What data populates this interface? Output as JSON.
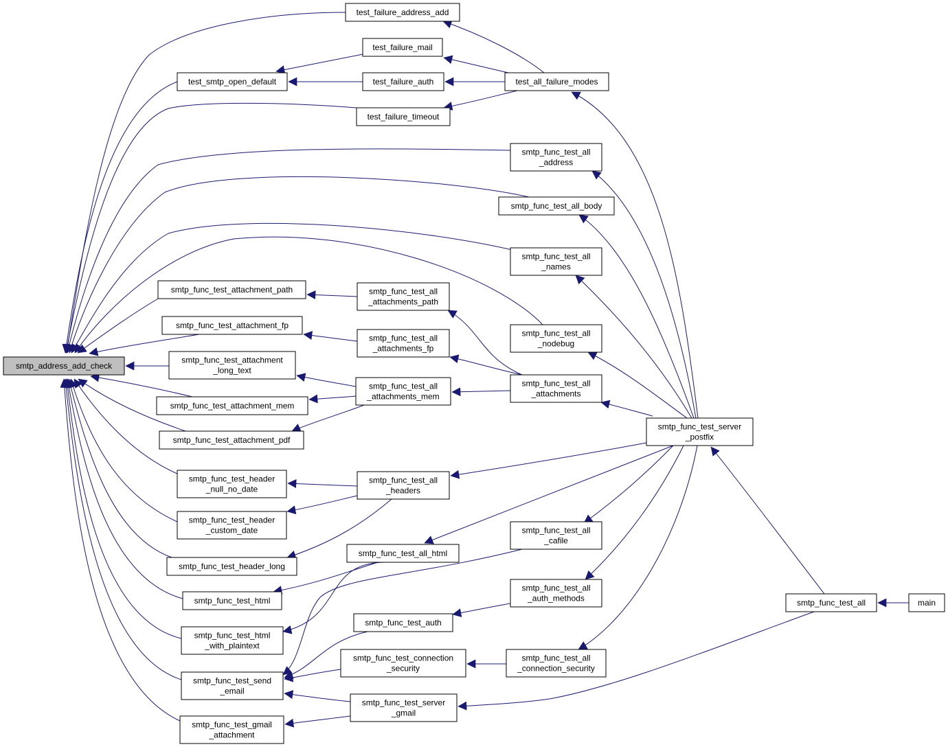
{
  "graph": {
    "edge_color": "#191970",
    "root_fill": "#bfbfbf",
    "node_fill": "#ffffff",
    "nodes": [
      {
        "id": "n0",
        "lines": [
          "smtp_address_add_check"
        ],
        "root": true
      },
      {
        "id": "n1",
        "lines": [
          "test_failure_address_add"
        ]
      },
      {
        "id": "n2",
        "lines": [
          "test_failure_mail"
        ]
      },
      {
        "id": "n3",
        "lines": [
          "test_smtp_open_default"
        ]
      },
      {
        "id": "n4",
        "lines": [
          "test_failure_auth"
        ]
      },
      {
        "id": "n5",
        "lines": [
          "test_all_failure_modes"
        ]
      },
      {
        "id": "n6",
        "lines": [
          "test_failure_timeout"
        ]
      },
      {
        "id": "n7",
        "lines": [
          "smtp_func_test_all",
          "_address"
        ]
      },
      {
        "id": "n8",
        "lines": [
          "smtp_func_test_all_body"
        ]
      },
      {
        "id": "n9",
        "lines": [
          "smtp_func_test_all",
          "_names"
        ]
      },
      {
        "id": "n10",
        "lines": [
          "smtp_func_test_attachment_path"
        ]
      },
      {
        "id": "n11",
        "lines": [
          "smtp_func_test_all",
          "_attachments_path"
        ]
      },
      {
        "id": "n12",
        "lines": [
          "smtp_func_test_attachment_fp"
        ]
      },
      {
        "id": "n13",
        "lines": [
          "smtp_func_test_all",
          "_nodebug"
        ]
      },
      {
        "id": "n14",
        "lines": [
          "smtp_func_test_all",
          "_attachments_fp"
        ]
      },
      {
        "id": "n15",
        "lines": [
          "smtp_func_test_attachment",
          "_long_text"
        ]
      },
      {
        "id": "n16",
        "lines": [
          "smtp_func_test_all",
          "_attachments_mem"
        ]
      },
      {
        "id": "n17",
        "lines": [
          "smtp_func_test_all",
          "_attachments"
        ]
      },
      {
        "id": "n18",
        "lines": [
          "smtp_func_test_attachment_mem"
        ]
      },
      {
        "id": "n19",
        "lines": [
          "smtp_func_test_attachment_pdf"
        ]
      },
      {
        "id": "n20",
        "lines": [
          "smtp_func_test_server",
          "_postfix"
        ]
      },
      {
        "id": "n21",
        "lines": [
          "smtp_func_test_header",
          "_null_no_date"
        ]
      },
      {
        "id": "n22",
        "lines": [
          "smtp_func_test_all",
          "_headers"
        ]
      },
      {
        "id": "n23",
        "lines": [
          "smtp_func_test_header",
          "_custom_date"
        ]
      },
      {
        "id": "n24",
        "lines": [
          "smtp_func_test_all",
          "_cafile"
        ]
      },
      {
        "id": "n25",
        "lines": [
          "smtp_func_test_all_html"
        ]
      },
      {
        "id": "n26",
        "lines": [
          "smtp_func_test_header_long"
        ]
      },
      {
        "id": "n27",
        "lines": [
          "smtp_func_test_all",
          "_auth_methods"
        ]
      },
      {
        "id": "n28",
        "lines": [
          "smtp_func_test_html"
        ]
      },
      {
        "id": "n29",
        "lines": [
          "smtp_func_test_all"
        ]
      },
      {
        "id": "n30",
        "lines": [
          "main"
        ]
      },
      {
        "id": "n31",
        "lines": [
          "smtp_func_test_auth"
        ]
      },
      {
        "id": "n32",
        "lines": [
          "smtp_func_test_html",
          "_with_plaintext"
        ]
      },
      {
        "id": "n33",
        "lines": [
          "smtp_func_test_connection",
          "_security"
        ]
      },
      {
        "id": "n34",
        "lines": [
          "smtp_func_test_all",
          "_connection_security"
        ]
      },
      {
        "id": "n35",
        "lines": [
          "smtp_func_test_send",
          "_email"
        ]
      },
      {
        "id": "n36",
        "lines": [
          "smtp_func_test_server",
          "_gmail"
        ]
      },
      {
        "id": "n37",
        "lines": [
          "smtp_func_test_gmail",
          "_attachment"
        ]
      }
    ],
    "edges": [
      {
        "from": "n1",
        "to": "n0"
      },
      {
        "from": "n3",
        "to": "n0"
      },
      {
        "from": "n6",
        "to": "n0"
      },
      {
        "from": "n7",
        "to": "n0"
      },
      {
        "from": "n8",
        "to": "n0"
      },
      {
        "from": "n9",
        "to": "n0"
      },
      {
        "from": "n13",
        "to": "n0"
      },
      {
        "from": "n10",
        "to": "n0"
      },
      {
        "from": "n12",
        "to": "n0"
      },
      {
        "from": "n15",
        "to": "n0"
      },
      {
        "from": "n18",
        "to": "n0"
      },
      {
        "from": "n19",
        "to": "n0"
      },
      {
        "from": "n21",
        "to": "n0"
      },
      {
        "from": "n23",
        "to": "n0"
      },
      {
        "from": "n26",
        "to": "n0"
      },
      {
        "from": "n28",
        "to": "n0"
      },
      {
        "from": "n32",
        "to": "n0"
      },
      {
        "from": "n35",
        "to": "n0"
      },
      {
        "from": "n37",
        "to": "n0"
      },
      {
        "from": "n2",
        "to": "n3"
      },
      {
        "from": "n4",
        "to": "n3"
      },
      {
        "from": "n5",
        "to": "n1"
      },
      {
        "from": "n5",
        "to": "n2"
      },
      {
        "from": "n5",
        "to": "n4"
      },
      {
        "from": "n5",
        "to": "n6"
      },
      {
        "from": "n20",
        "to": "n5"
      },
      {
        "from": "n20",
        "to": "n7"
      },
      {
        "from": "n20",
        "to": "n8"
      },
      {
        "from": "n20",
        "to": "n9"
      },
      {
        "from": "n20",
        "to": "n13"
      },
      {
        "from": "n20",
        "to": "n17"
      },
      {
        "from": "n20",
        "to": "n22"
      },
      {
        "from": "n20",
        "to": "n24"
      },
      {
        "from": "n20",
        "to": "n25"
      },
      {
        "from": "n20",
        "to": "n27"
      },
      {
        "from": "n20",
        "to": "n34"
      },
      {
        "from": "n11",
        "to": "n10"
      },
      {
        "from": "n14",
        "to": "n12"
      },
      {
        "from": "n16",
        "to": "n15"
      },
      {
        "from": "n16",
        "to": "n18"
      },
      {
        "from": "n16",
        "to": "n19"
      },
      {
        "from": "n17",
        "to": "n11"
      },
      {
        "from": "n17",
        "to": "n14"
      },
      {
        "from": "n17",
        "to": "n16"
      },
      {
        "from": "n22",
        "to": "n21"
      },
      {
        "from": "n22",
        "to": "n23"
      },
      {
        "from": "n22",
        "to": "n26"
      },
      {
        "from": "n25",
        "to": "n28"
      },
      {
        "from": "n25",
        "to": "n32"
      },
      {
        "from": "n24",
        "to": "n35"
      },
      {
        "from": "n31",
        "to": "n35"
      },
      {
        "from": "n33",
        "to": "n35"
      },
      {
        "from": "n36",
        "to": "n35"
      },
      {
        "from": "n36",
        "to": "n37"
      },
      {
        "from": "n27",
        "to": "n31"
      },
      {
        "from": "n34",
        "to": "n33"
      },
      {
        "from": "n29",
        "to": "n20"
      },
      {
        "from": "n29",
        "to": "n36"
      },
      {
        "from": "n30",
        "to": "n29"
      }
    ]
  }
}
